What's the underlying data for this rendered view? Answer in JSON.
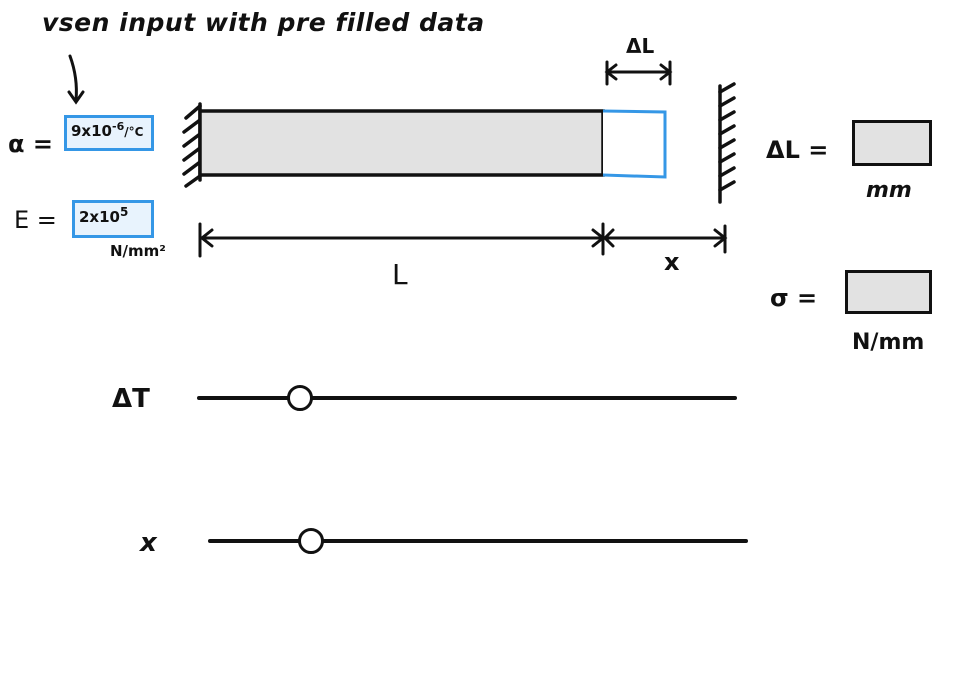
{
  "annotation": {
    "note": "vsen input with pre filled data"
  },
  "inputs": {
    "alpha": {
      "label": "α =",
      "value": "9x10",
      "exponent": "-6",
      "unit": "/°C"
    },
    "E": {
      "label": "E =",
      "value": "2x10",
      "exponent": "5",
      "unit": "N/mm²"
    }
  },
  "diagram": {
    "delta_L_label": "ΔL",
    "length_label": "L",
    "gap_label": "x",
    "bar_fill_color": "#e2e2e2",
    "extension_color": "#3597e6"
  },
  "outputs": {
    "delta_L": {
      "label": "ΔL =",
      "value": "",
      "unit": "mm"
    },
    "stress": {
      "label": "σ =",
      "value": "",
      "unit": "N/mm"
    }
  },
  "sliders": [
    {
      "label": "ΔT",
      "value_fraction": 0.19
    },
    {
      "label": "x",
      "value_fraction": 0.19
    }
  ]
}
